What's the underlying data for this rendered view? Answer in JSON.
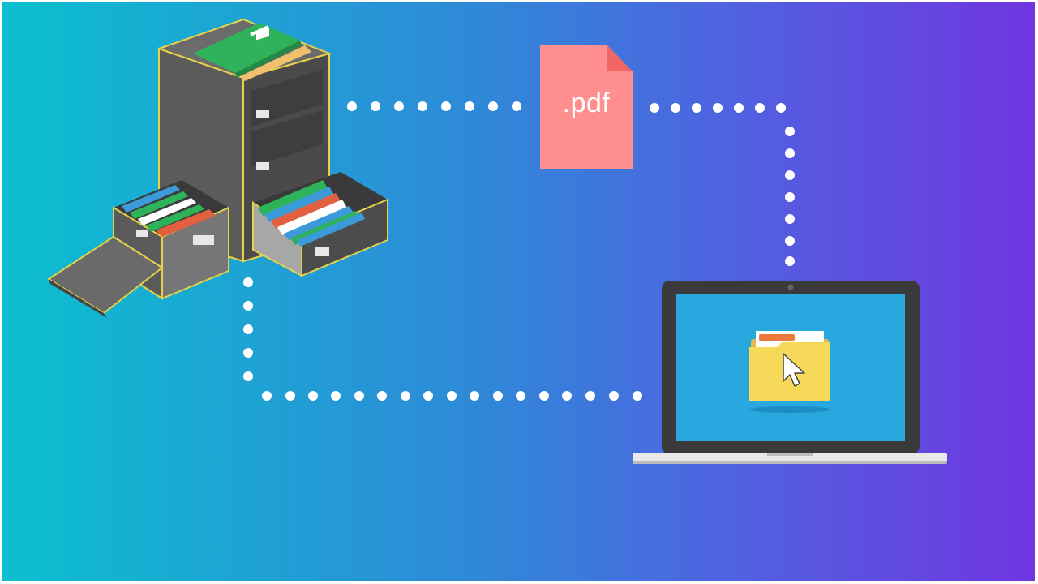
{
  "diagram": {
    "nodes": {
      "cabinet": {
        "icon": "filing-cabinet-icon"
      },
      "document": {
        "icon": "pdf-file-icon",
        "label": ".pdf",
        "color": "#ff8f8f"
      },
      "computer": {
        "icon": "laptop-icon",
        "screen_icon": "folder-cursor-icon"
      }
    },
    "connections": [
      {
        "from": "cabinet",
        "to": "document",
        "style": "dotted"
      },
      {
        "from": "document",
        "to": "computer",
        "style": "dotted"
      },
      {
        "from": "cabinet",
        "to": "computer",
        "style": "dotted"
      }
    ],
    "colors": {
      "gradient_start": "#0bbfcf",
      "gradient_end": "#7035e0",
      "dots": "#ffffff",
      "cabinet_body": "#5a5a5a",
      "cabinet_outline": "#e6d24a",
      "laptop_screen": "#29a8e0",
      "folder": "#f7d95a"
    }
  }
}
